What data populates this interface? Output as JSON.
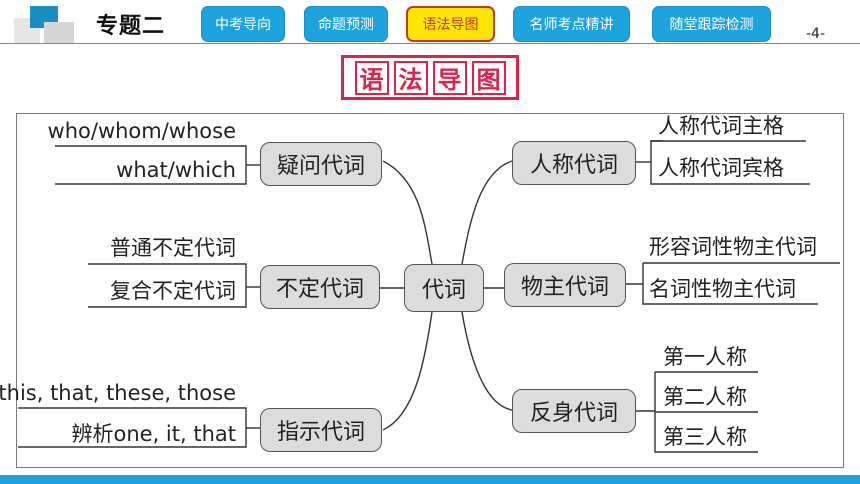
{
  "header": {
    "title": "专题二",
    "page_number": "-4-",
    "tabs": [
      {
        "label": "中考导向",
        "active": false
      },
      {
        "label": "命题预测",
        "active": false
      },
      {
        "label": "语法导图",
        "active": true
      },
      {
        "label": "名师考点精讲",
        "active": false
      },
      {
        "label": "随堂跟踪检测",
        "active": false
      }
    ]
  },
  "banner": {
    "chars": [
      "语",
      "法",
      "导",
      "图"
    ]
  },
  "diagram": {
    "center": "代词",
    "branches": [
      {
        "label": "疑问代词",
        "items": [
          "who/whom/whose",
          "what/which"
        ]
      },
      {
        "label": "不定代词",
        "items": [
          "普通不定代词",
          "复合不定代词"
        ]
      },
      {
        "label": "指示代词",
        "items": [
          "this, that, these, those",
          "辨析one, it, that"
        ]
      },
      {
        "label": "人称代词",
        "items": [
          "人称代词主格",
          "人称代词宾格"
        ]
      },
      {
        "label": "物主代词",
        "items": [
          "形容词性物主代词",
          "名词性物主代词"
        ]
      },
      {
        "label": "反身代词",
        "items": [
          "第一人称",
          "第二人称",
          "第三人称"
        ]
      }
    ]
  },
  "colors": {
    "accent": "#1ea3de",
    "active_tab": "#ffe600",
    "banner_red": "#d9254a"
  }
}
